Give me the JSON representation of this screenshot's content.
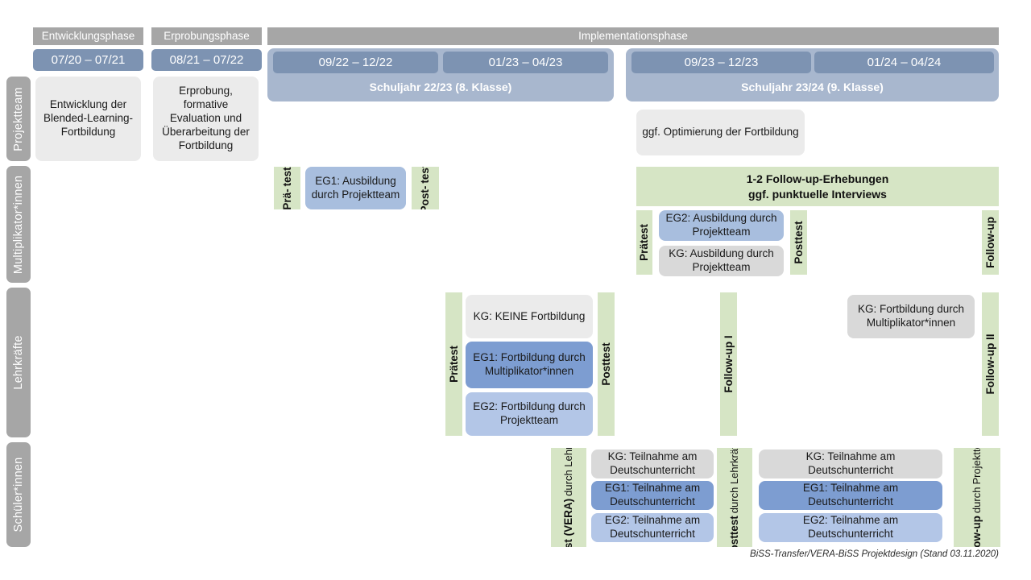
{
  "diagram": {
    "title": "BiSS-Transfer/VERA-BiSS Projektdesign",
    "footer": "BiSS-Transfer/VERA-BiSS Projektdesign (Stand 03.11.2020)",
    "colors": {
      "phase_header": "#a6a6a6",
      "period": "#7d93b2",
      "school_year": "#a8b7ce",
      "actor": "#a6a6a6",
      "grey_light": "#ebebeb",
      "grey_dark": "#d9d9d9",
      "blue_dark": "#7d9dd1",
      "blue_mid": "#a8bede",
      "blue_light": "#b3c6e7",
      "green": "#d6e5c5"
    }
  },
  "phases": [
    {
      "label": "Entwicklungsphase"
    },
    {
      "label": "Erprobungsphase"
    },
    {
      "label": "Implementationsphase"
    }
  ],
  "periods": [
    {
      "label": "07/20 – 07/21"
    },
    {
      "label": "08/21 – 07/22"
    },
    {
      "label": "09/22 – 12/22"
    },
    {
      "label": "01/23 – 04/23"
    },
    {
      "label": "09/23 – 12/23"
    },
    {
      "label": "01/24 – 04/24"
    }
  ],
  "school_years": [
    {
      "label": "Schuljahr 22/23 (8. Klasse)"
    },
    {
      "label": "Schuljahr 23/24 (9. Klasse)"
    }
  ],
  "actors": [
    {
      "label": "Projektteam"
    },
    {
      "label": "Multiplikator*innen"
    },
    {
      "label": "Lehrkräfte"
    },
    {
      "label": "Schüler*innen"
    }
  ],
  "projektteam_row": {
    "entwicklung": "Entwicklung der Blended-Learning-Fortbildung",
    "erprobung": "Erprobung, formative Evaluation und Überarbeitung der Fortbildung",
    "optimierung": "ggf. Optimierung der Fortbildung"
  },
  "multiplikator_row": {
    "pretest_line1": "Prä-",
    "pretest_line2": "test",
    "posttest_line1": "Post-",
    "posttest_line2": "test",
    "eg1": "EG1: Ausbildung durch Projektteam",
    "followup_band_line1": "1-2 Follow-up-Erhebungen",
    "followup_band_line2": "ggf. punktuelle Interviews",
    "praetest": "Prätest",
    "posttest": "Posttest",
    "eg2": "EG2: Ausbildung durch Projektteam",
    "kg": "KG: Ausbildung durch Projektteam",
    "followup": "Follow-up"
  },
  "lehrkraefte_row": {
    "praetest": "Prätest",
    "posttest": "Posttest",
    "kg_keine": "KG:  KEINE Fortbildung",
    "eg1": "EG1: Fortbildung durch Multiplikator*innen",
    "eg2": "EG2: Fortbildung durch Projektteam",
    "followup1": "Follow-up I",
    "followup2": "Follow-up II",
    "kg_fortbildung": "KG: Fortbildung durch Multiplikator*innen"
  },
  "schueler_row": {
    "praetest_main": "Prätest (VERA)",
    "praetest_sub": "durch Lehrkräfte",
    "posttest_main": "Posttest",
    "posttest_sub": "durch Lehrkräfte",
    "followup_main": "Follow-up",
    "followup_sub1": "durch",
    "followup_sub2": "Projektteam",
    "left_kg": "KG: Teilnahme am Deutschunterricht",
    "left_eg1": "EG1: Teilnahme am Deutschunterricht",
    "left_eg2": "EG2: Teilnahme am Deutschunterricht",
    "right_kg": "KG: Teilnahme am Deutschunterricht",
    "right_eg1": "EG1: Teilnahme am Deutschunterricht",
    "right_eg2": "EG2: Teilnahme am Deutschunterricht"
  }
}
